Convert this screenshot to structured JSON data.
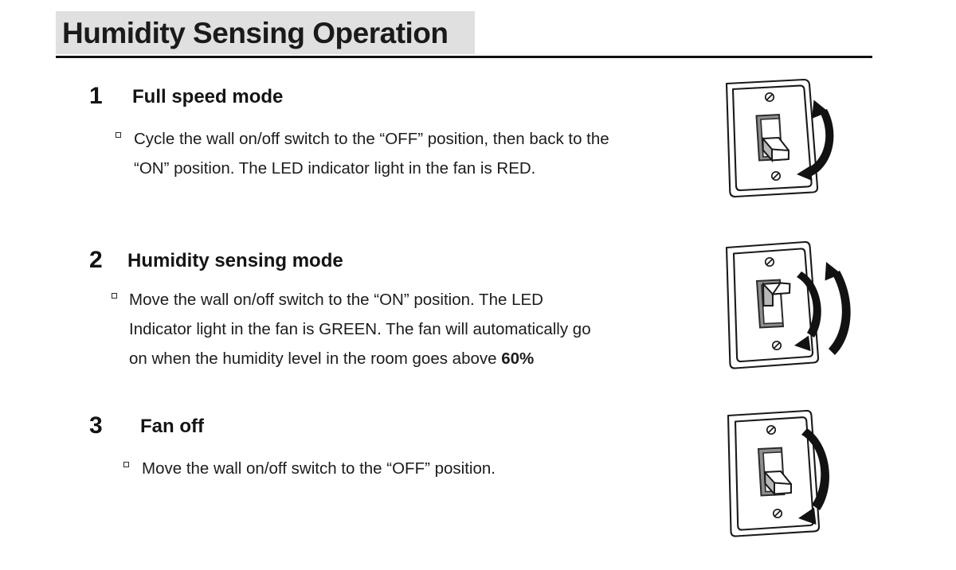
{
  "header": {
    "title": "Humidity Sensing Operation",
    "band_color": "#e0e0e0",
    "rule_color": "#101010"
  },
  "steps": [
    {
      "number": "1",
      "title": "Full speed mode",
      "bullet_marker": "hollow-square",
      "body_plain": "Cycle the wall on/off switch to the “OFF” position, then back to the “ON” position. The LED indicator light in the fan is RED.",
      "body_parts": [
        {
          "text": "Cycle the wall on/off switch to the “OFF” position, then back to the “ON” position. The LED indicator light in the fan is RED.",
          "bold": false
        }
      ],
      "illustration": {
        "name": "wall-switch-toggle-down-single-arrow-up",
        "toggle_position": "down",
        "arrows": [
          {
            "name": "curved-arrow-counterclockwise-up",
            "head": "top-left"
          }
        ],
        "screws": 2
      }
    },
    {
      "number": "2",
      "title": "Humidity sensing mode",
      "bullet_marker": "hollow-square",
      "body_plain": "Move the wall on/off switch to the “ON” position. The LED Indicator light in the fan is GREEN. The fan will automatically go on when the humidity level in the room goes above 60%",
      "body_parts": [
        {
          "text": "Move the wall on/off switch to the “ON” position. The LED Indicator light in the fan is GREEN. The fan will automatically go on when the humidity level in the room goes above ",
          "bold": false
        },
        {
          "text": "60%",
          "bold": true
        }
      ],
      "illustration": {
        "name": "wall-switch-toggle-up-double-arrow",
        "toggle_position": "up",
        "arrows": [
          {
            "name": "curved-arrow-inner-down",
            "head": "bottom-left"
          },
          {
            "name": "curved-arrow-outer-up",
            "head": "top"
          }
        ],
        "screws": 2
      }
    },
    {
      "number": "3",
      "title": "Fan off",
      "bullet_marker": "hollow-square",
      "body_plain": "Move the wall on/off switch to the “OFF” position.",
      "body_parts": [
        {
          "text": "Move the wall on/off switch to the “OFF” position.",
          "bold": false
        }
      ],
      "illustration": {
        "name": "wall-switch-toggle-down-single-arrow-down",
        "toggle_position": "down",
        "arrows": [
          {
            "name": "curved-arrow-clockwise-down",
            "head": "bottom-left"
          }
        ],
        "screws": 2
      }
    }
  ],
  "colors": {
    "text": "#1a1a1a",
    "line": "#101010",
    "toggle_shadow": "#9a9a9a",
    "toggle_bezel": "#5a5a5a"
  }
}
